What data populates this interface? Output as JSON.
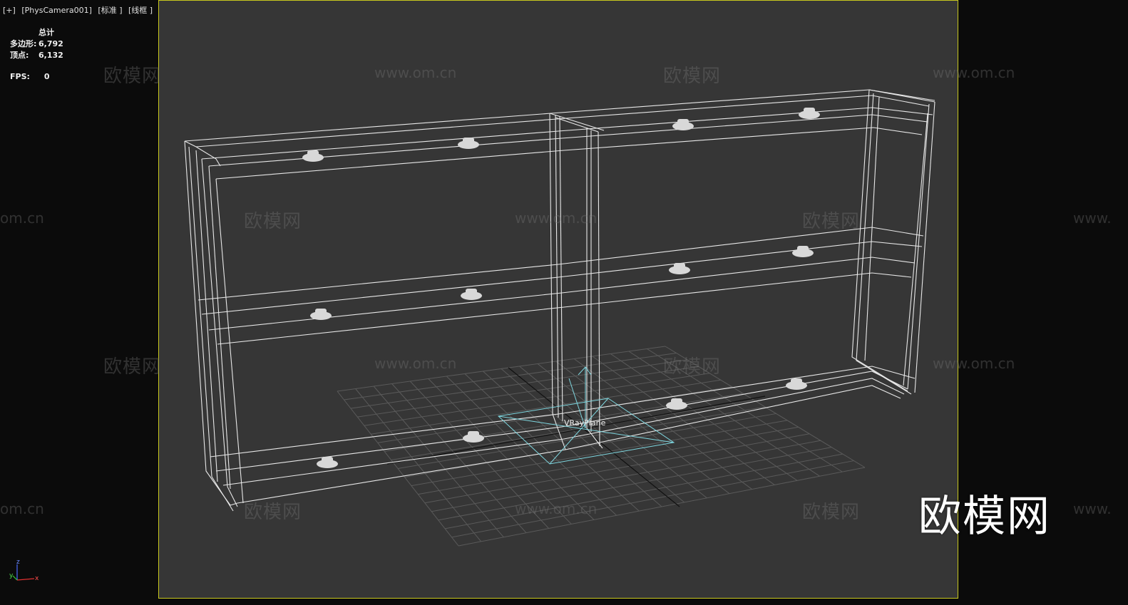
{
  "viewport_header": {
    "plus": "[+]",
    "camera": "[PhysCamera001]",
    "shading": "[标准 ]",
    "mode": "[线框 ]"
  },
  "stats": {
    "total_label": "总计",
    "polys_label": "多边形:",
    "polys_value": "6,792",
    "verts_label": "顶点:",
    "verts_value": "6,132",
    "fps_label": "FPS:",
    "fps_value": "0"
  },
  "object_label": "VRayPlane",
  "watermarks": {
    "cn": "欧模网",
    "url": "www.om.cn",
    "url_partial_left": "om.cn",
    "url_partial_right": "www."
  },
  "brand_logo": "欧模网",
  "axis": {
    "x": "x",
    "y": "y",
    "z": "z"
  },
  "colors": {
    "viewport_bg": "#363636",
    "outer_bg": "#0b0b0b",
    "active_border": "#c8c81e",
    "wire": "#e8e8e8",
    "helper": "#7fd7e0",
    "grid": "#5a5a5a"
  }
}
